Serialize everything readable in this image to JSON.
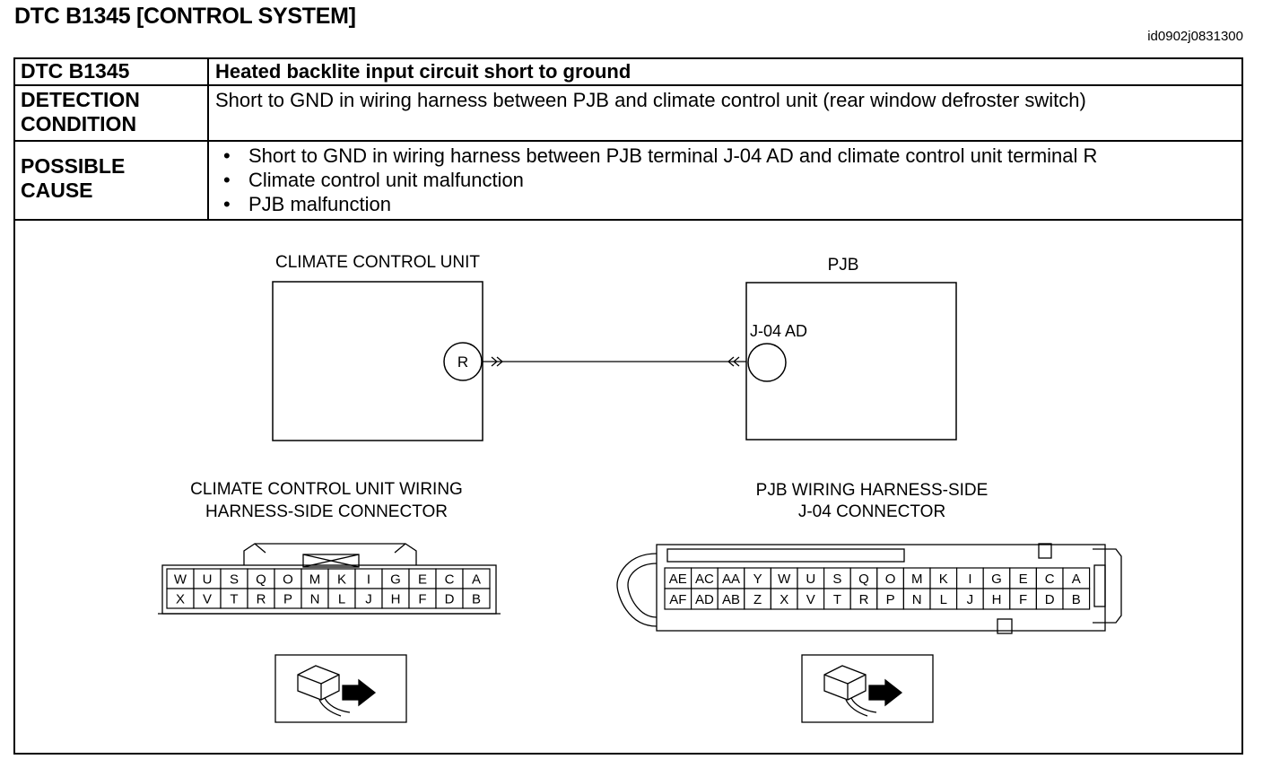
{
  "page": {
    "title": "DTC B1345 [CONTROL SYSTEM]",
    "doc_id": "id0902j0831300"
  },
  "table": {
    "dtc_header": "DTC B1345",
    "dtc_value": "Heated backlite input circuit short to ground",
    "detection_header_line1": "DETECTION",
    "detection_header_line2": "CONDITION",
    "detection_value": "Short to GND in wiring harness between PJB and climate control unit (rear window defroster switch)",
    "cause_header_line1": "POSSIBLE",
    "cause_header_line2": "CAUSE",
    "causes": [
      "Short to GND in wiring harness between PJB terminal J-04 AD and climate control unit terminal R",
      "Climate control unit malfunction",
      "PJB malfunction"
    ]
  },
  "diagram": {
    "left_unit_label": "CLIMATE CONTROL UNIT",
    "left_terminal": "R",
    "right_unit_label": "PJB",
    "right_terminal": "J-04 AD",
    "left_connector_title_line1": "CLIMATE CONTROL UNIT WIRING",
    "left_connector_title_line2": "HARNESS-SIDE CONNECTOR",
    "right_connector_title_line1": "PJB WIRING HARNESS-SIDE",
    "right_connector_title_line2": "J-04 CONNECTOR",
    "left_connector_top": [
      "W",
      "U",
      "S",
      "Q",
      "O",
      "M",
      "K",
      "I",
      "G",
      "E",
      "C",
      "A"
    ],
    "left_connector_bottom": [
      "X",
      "V",
      "T",
      "R",
      "P",
      "N",
      "L",
      "J",
      "H",
      "F",
      "D",
      "B"
    ],
    "right_connector_top": [
      "AE",
      "AC",
      "AA",
      "Y",
      "W",
      "U",
      "S",
      "Q",
      "O",
      "M",
      "K",
      "I",
      "G",
      "E",
      "C",
      "A"
    ],
    "right_connector_bottom": [
      "AF",
      "AD",
      "AB",
      "Z",
      "X",
      "V",
      "T",
      "R",
      "P",
      "N",
      "L",
      "J",
      "H",
      "F",
      "D",
      "B"
    ]
  }
}
